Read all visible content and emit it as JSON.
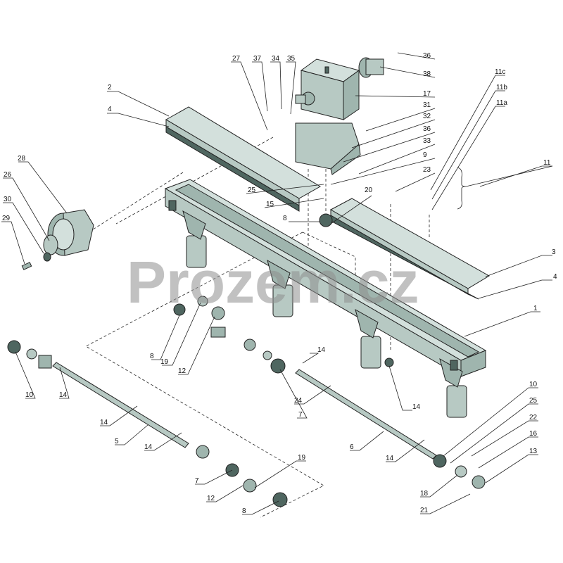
{
  "watermark": "Prozem.cz",
  "labels": [
    {
      "id": "l27",
      "text": "27"
    },
    {
      "id": "l37",
      "text": "37"
    },
    {
      "id": "l34",
      "text": "34"
    },
    {
      "id": "l35",
      "text": "35"
    },
    {
      "id": "l36a",
      "text": "36"
    },
    {
      "id": "l38",
      "text": "38"
    },
    {
      "id": "l17",
      "text": "17"
    },
    {
      "id": "l31",
      "text": "31"
    },
    {
      "id": "l32",
      "text": "32"
    },
    {
      "id": "l36b",
      "text": "36"
    },
    {
      "id": "l33",
      "text": "33"
    },
    {
      "id": "l9",
      "text": "9"
    },
    {
      "id": "l23",
      "text": "23"
    },
    {
      "id": "l20",
      "text": "20"
    },
    {
      "id": "l8a",
      "text": "8"
    },
    {
      "id": "l2",
      "text": "2"
    },
    {
      "id": "l4a",
      "text": "4"
    },
    {
      "id": "l28",
      "text": "28"
    },
    {
      "id": "l26",
      "text": "26"
    },
    {
      "id": "l30",
      "text": "30"
    },
    {
      "id": "l29",
      "text": "29"
    },
    {
      "id": "l25a",
      "text": "25"
    },
    {
      "id": "l15",
      "text": "15"
    },
    {
      "id": "l11c",
      "text": "11c"
    },
    {
      "id": "l11b",
      "text": "11b"
    },
    {
      "id": "l11a",
      "text": "11a"
    },
    {
      "id": "l11",
      "text": "11"
    },
    {
      "id": "l3",
      "text": "3"
    },
    {
      "id": "l4b",
      "text": "4"
    },
    {
      "id": "l1",
      "text": "1"
    },
    {
      "id": "l8b",
      "text": "8"
    },
    {
      "id": "l19a",
      "text": "19"
    },
    {
      "id": "l12a",
      "text": "12"
    },
    {
      "id": "l10a",
      "text": "10"
    },
    {
      "id": "l14a",
      "text": "14"
    },
    {
      "id": "l14b",
      "text": "14"
    },
    {
      "id": "l7a",
      "text": "7"
    },
    {
      "id": "l14c",
      "text": "14"
    },
    {
      "id": "l24",
      "text": "24"
    },
    {
      "id": "l14d",
      "text": "14"
    },
    {
      "id": "l5",
      "text": "5"
    },
    {
      "id": "l14e",
      "text": "14"
    },
    {
      "id": "l6",
      "text": "6"
    },
    {
      "id": "l14f",
      "text": "14"
    },
    {
      "id": "l7b",
      "text": "7"
    },
    {
      "id": "l12b",
      "text": "12"
    },
    {
      "id": "l8c",
      "text": "8"
    },
    {
      "id": "l19b",
      "text": "19"
    },
    {
      "id": "l10b",
      "text": "10"
    },
    {
      "id": "l25b",
      "text": "25"
    },
    {
      "id": "l22",
      "text": "22"
    },
    {
      "id": "l16",
      "text": "16"
    },
    {
      "id": "l13",
      "text": "13"
    },
    {
      "id": "l18",
      "text": "18"
    },
    {
      "id": "l21",
      "text": "21"
    }
  ]
}
